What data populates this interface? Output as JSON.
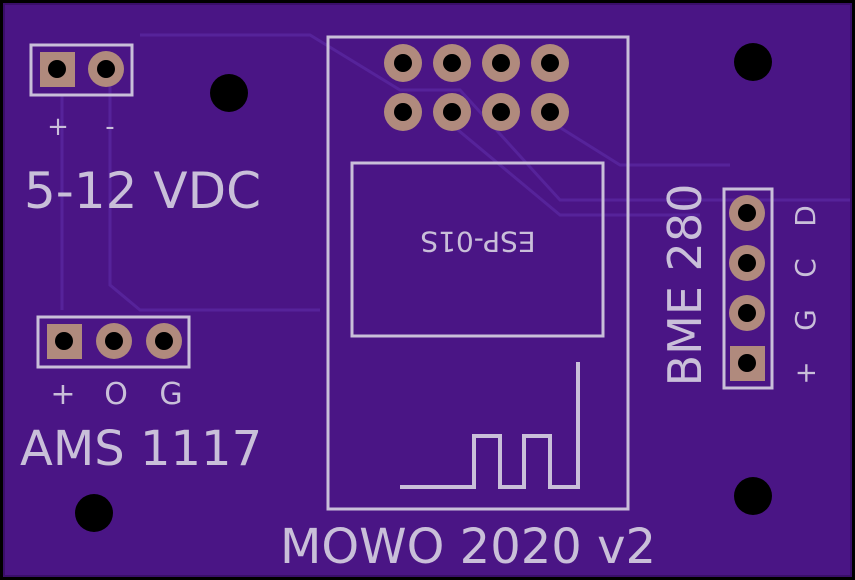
{
  "board": {
    "colors": {
      "substrate": "#4a1585",
      "trace": "#56239a",
      "silkscreen": "#c9bfd9",
      "pad_copper": "#b08a7d",
      "hole": "#000000"
    },
    "labels": {
      "power_plus": "+",
      "power_minus": "-",
      "voltage": "5-12 VDC",
      "reg_plus": "+",
      "reg_out": "O",
      "reg_gnd": "G",
      "regulator": "AMS 1117",
      "module": "ESP-01S",
      "sensor": "BME 280",
      "sensor_plus": "+",
      "sensor_g": "G",
      "sensor_c": "C",
      "sensor_d": "D",
      "title": "MOWO 2020 v2"
    }
  }
}
